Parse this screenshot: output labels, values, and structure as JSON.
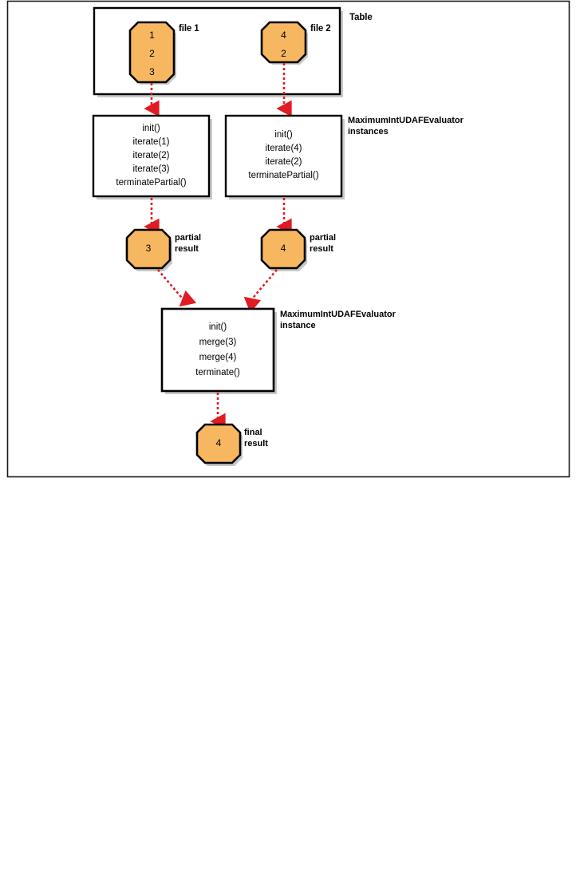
{
  "figure": {
    "title_label": "Table",
    "frame": {
      "border_color": "#000000",
      "background": "#ffffff"
    },
    "palette": {
      "chip_fill": "#F7B761",
      "chip_stroke": "#000000",
      "box_fill": "#ffffff",
      "box_stroke": "#000000",
      "arrow_color": "#E01B22",
      "text_color": "#000000",
      "shadow_color": "#808080"
    }
  },
  "table_group": {
    "label": "Table",
    "files": [
      {
        "name": "file 1",
        "values": [
          "1",
          "2",
          "3"
        ]
      },
      {
        "name": "file 2",
        "values": [
          "4",
          "2"
        ]
      }
    ]
  },
  "evaluator_instances": {
    "label_line1": "MaximumIntUDAFEvaluator",
    "label_line2": "instances",
    "boxes": [
      {
        "calls": [
          "init()",
          "iterate(1)",
          "iterate(2)",
          "iterate(3)",
          "terminatePartial()"
        ]
      },
      {
        "calls": [
          "init()",
          "iterate(4)",
          "iterate(2)",
          "terminatePartial()"
        ]
      }
    ]
  },
  "partial_results": [
    {
      "value": "3",
      "label_line1": "partial",
      "label_line2": "result"
    },
    {
      "value": "4",
      "label_line1": "partial",
      "label_line2": "result"
    }
  ],
  "merge_instance": {
    "label_line1": "MaximumIntUDAFEvaluator",
    "label_line2": "instance",
    "calls": [
      "init()",
      "merge(3)",
      "merge(4)",
      "terminate()"
    ]
  },
  "final_result": {
    "value": "4",
    "label_line1": "final",
    "label_line2": "result"
  }
}
